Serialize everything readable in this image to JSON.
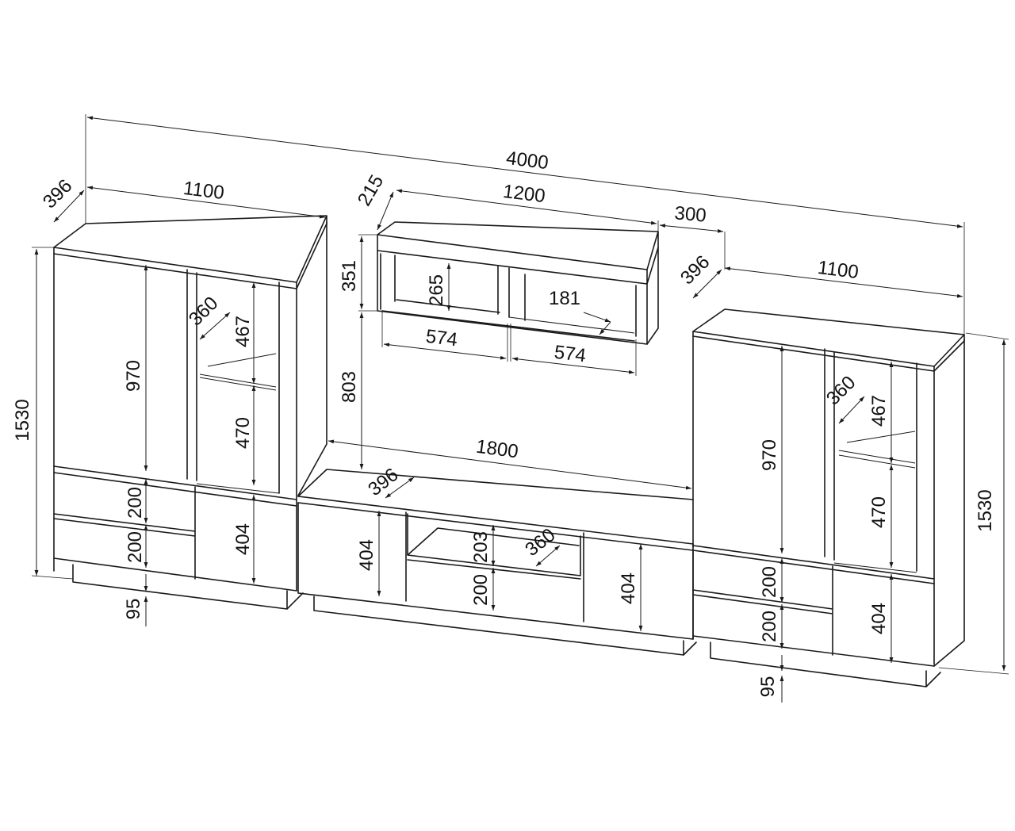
{
  "diagram": {
    "units_note": "",
    "overall": {
      "width": "4000"
    },
    "left_cabinet": {
      "depth": "396",
      "width": "1100",
      "height": "1530",
      "glass_section_upper": "970",
      "shelf_depth": "360",
      "shelf_upper": "467",
      "shelf_lower": "470",
      "drawer_1": "200",
      "drawer_2": "200",
      "door_lower": "404",
      "plinth": "95"
    },
    "wall_shelf": {
      "depth": "215",
      "width": "1200",
      "gap_right": "300",
      "height": "351",
      "inner_height": "265",
      "bay_left": "574",
      "bay_right": "574",
      "shelf_depth": "181",
      "mount_height": "803"
    },
    "tv_stand": {
      "width": "1800",
      "depth": "396",
      "door_left": "404",
      "niche": "203",
      "niche_depth": "360",
      "drawer": "200",
      "door_right": "404"
    },
    "right_cabinet": {
      "depth": "396",
      "width": "1100",
      "height": "1530",
      "glass_section_upper": "970",
      "shelf_depth": "360",
      "shelf_upper": "467",
      "shelf_lower": "470",
      "drawer_1": "200",
      "drawer_2": "200",
      "door_lower": "404",
      "plinth": "95"
    }
  }
}
